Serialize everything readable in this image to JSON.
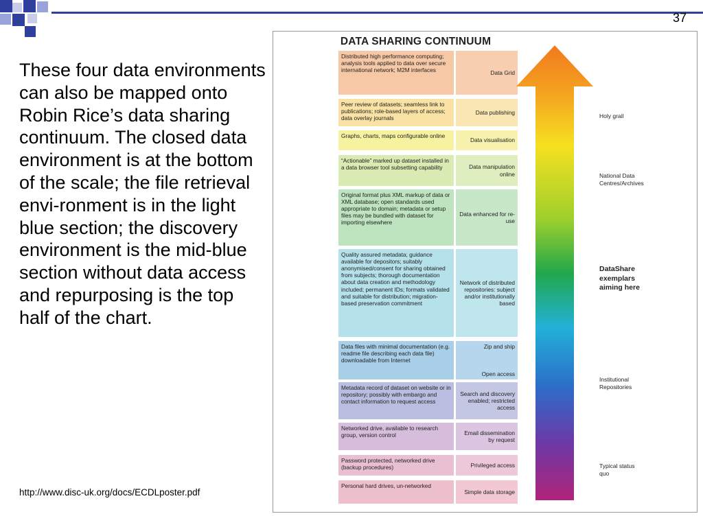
{
  "slide": {
    "number": "37",
    "body_text": "These four data environments can also be mapped onto Robin Rice’s data sharing continuum.  The closed data environment is at the bottom of the scale; the file retrieval envi-ronment is in the light blue section; the discovery environment is the mid-blue section without data access and repurposing is the top half of the chart.",
    "source_link": "http://www.disc-uk.org/docs/ECDLposter.pdf"
  },
  "diagram": {
    "title": "DATA SHARING CONTINUUM",
    "rows": [
      {
        "left": "Distributed high performance computing; analysis tools applied to data over secure international network; M2M interfaces",
        "right": "Data Grid",
        "color_left": "#f6c8a6",
        "color_right": "#f7cfb0"
      },
      {
        "left": "Peer review of datasets; seamless link to publications; role-based layers of access;  data overlay journals",
        "right": "Data publishing",
        "color_left": "#f9e2a3",
        "color_right": "#fae6b2"
      },
      {
        "left": "Graphs, charts, maps configurable online",
        "right": "Data visualisation",
        "color_left": "#f6f2a0",
        "color_right": "#f7f3ae"
      },
      {
        "left": "“Actionable” marked up dataset installed in a data browser tool subsetting capability",
        "right": "Data manipulation online",
        "color_left": "#d9ebb3",
        "color_right": "#dfeebe"
      },
      {
        "left": "Original format plus XML markup of data or XML database; open standards used appropriate to domain;  metadata or setup files may be bundled with dataset for importing elsewhere",
        "right": "Data enhanced for re-use",
        "color_left": "#bde3bf",
        "color_right": "#c7e7c8"
      },
      {
        "left": "Quality assured metadata; guidance available for depositors; suitably anonymised/consent for sharing obtained from subjects; thorough documentation about data creation and methodology included; permanent IDs; formats validated and suitable for distribution; migration-based preservation commitment",
        "right": "Network of distributed repositories: subject and/or institutionally based",
        "color_left": "#b4e1ea",
        "color_right": "#bfe5ed"
      },
      {
        "left": "Data files with minimal documentation (e.g. readme file describing each data file) downloadable from Internet",
        "right_top": "Zip and ship",
        "right_bottom": "Open access",
        "color_left": "#a9cfe8",
        "color_right": "#b5d6ec"
      },
      {
        "left": "Metadata record of dataset on website or in repository; possibly with embargo and contact information to request access",
        "right": "Search and discovery enabled; restricted access",
        "color_left": "#b9bee0",
        "color_right": "#c3c7e4"
      },
      {
        "left": "Networked drive, available to research group, version control",
        "right": "Email dissemination by request",
        "color_left": "#d6bddc",
        "color_right": "#dcc5e1"
      },
      {
        "left": "Password protected, networked drive (backup procedures)",
        "right": "Privileged access",
        "color_left": "#e9bfd2",
        "color_right": "#edc8d8"
      },
      {
        "left": "Personal hard drives, un-networked",
        "right": "Simple data storage",
        "color_left": "#eebfcd",
        "color_right": "#f1c8d4"
      }
    ],
    "side_labels": [
      {
        "text": "Holy grail",
        "bold": false
      },
      {
        "text": "National Data Centres/Archives",
        "bold": false
      },
      {
        "text": "DataShare exemplars aiming here",
        "bold": true
      },
      {
        "text": "Institutional Repositories",
        "bold": false
      },
      {
        "text": "Typical status quo",
        "bold": false
      }
    ]
  }
}
